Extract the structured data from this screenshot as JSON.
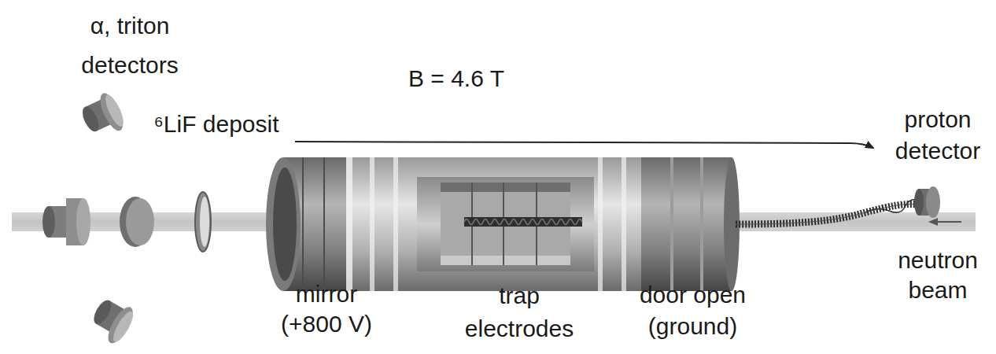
{
  "diagram": {
    "labels": [
      "α, triton detectors",
      "⁶LiF deposit",
      "B = 4.6 T",
      "proton detector",
      "neutron beam",
      "mirror (+800 V)",
      "trap electrodes",
      "door open (ground)"
    ]
  }
}
